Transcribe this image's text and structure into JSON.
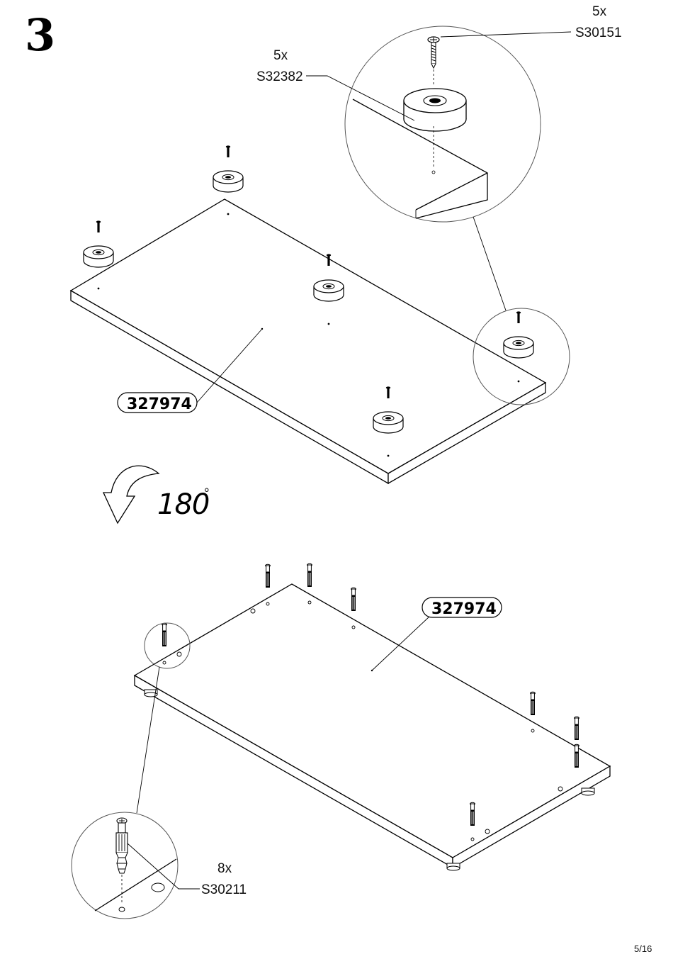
{
  "step": "3",
  "fasteners": [
    {
      "quantity": "5x",
      "code": "S30151"
    },
    {
      "quantity": "5x",
      "code": "S32382"
    },
    {
      "quantity": "8x",
      "code": "S30211"
    }
  ],
  "panels": [
    {
      "code": "327974"
    },
    {
      "code": "327974"
    }
  ],
  "rotation": {
    "value": "180",
    "unit": "°"
  },
  "page_number": "5/16"
}
